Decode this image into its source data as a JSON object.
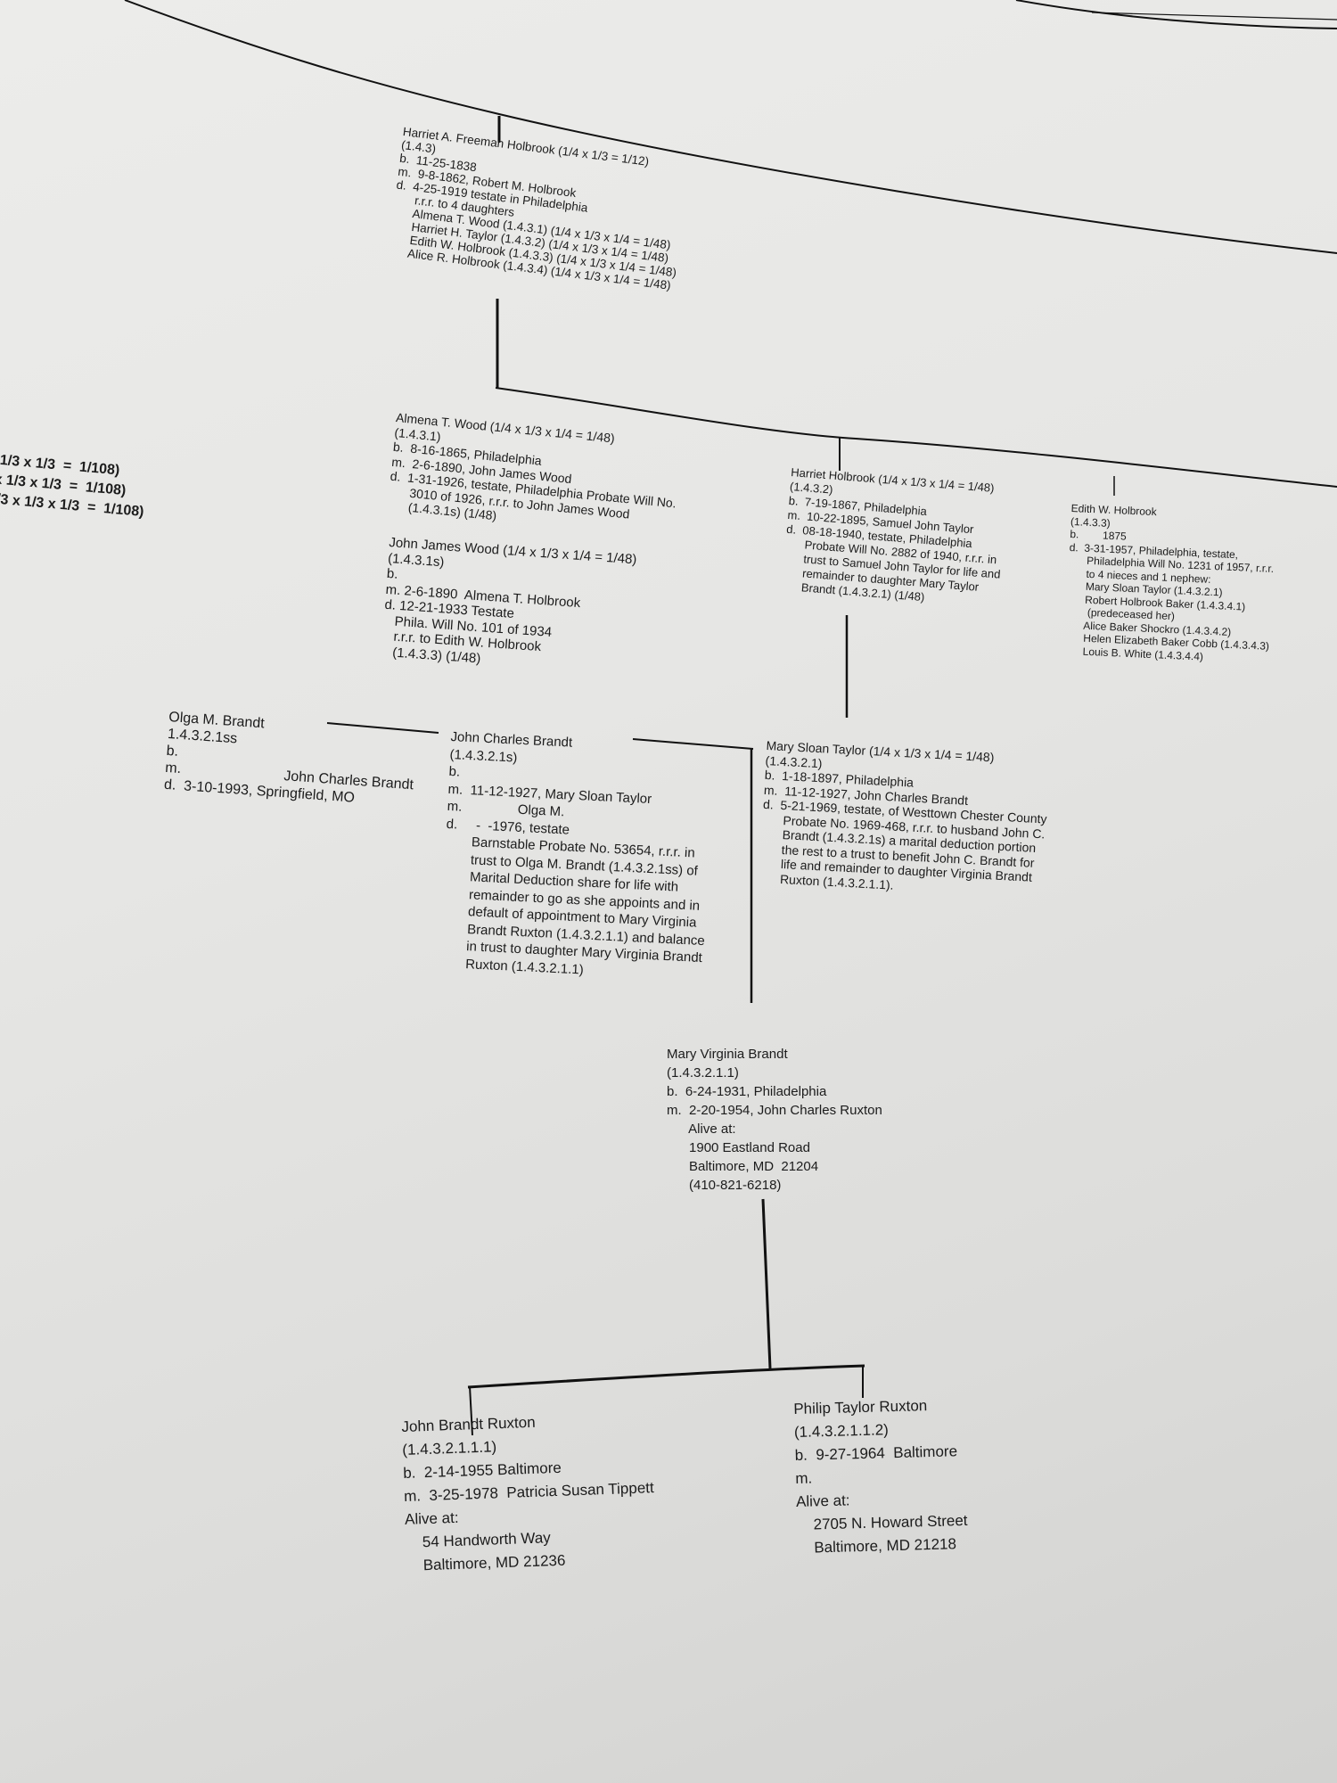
{
  "blocks": {
    "freeman": [
      "Harriet A. Freeman Holbrook (1/4 x 1/3 = 1/12)",
      "(1.4.3)",
      "b.  11-25-1838",
      "m.  9-8-1862, Robert M. Holbrook",
      "d.  4-25-1919 testate in Philadelphia",
      "      r.r.r. to 4 daughters",
      "      Almena T. Wood (1.4.3.1) (1/4 x 1/3 x 1/4 = 1/48)",
      "      Harriet H. Taylor (1.4.3.2) (1/4 x 1/3 x 1/4 = 1/48)",
      "      Edith W. Holbrook (1.4.3.3) (1/4 x 1/3 x 1/4 = 1/48)",
      "      Alice R. Holbrook (1.4.3.4) (1/4 x 1/3 x 1/4 = 1/48)"
    ],
    "almena": [
      "Almena T. Wood (1/4 x 1/3 x 1/4 = 1/48)",
      "(1.4.3.1)",
      "b.  8-16-1865, Philadelphia",
      "m.  2-6-1890, John James Wood",
      "d.  1-31-1926, testate, Philadelphia Probate Will No.",
      "      3010 of 1926, r.r.r. to John James Wood",
      "      (1.4.3.1s) (1/48)"
    ],
    "jjwood": [
      "John James Wood (1/4 x 1/3 x 1/4 = 1/48)",
      "(1.4.3.1s)",
      "b.",
      "m. 2-6-1890  Almena T. Holbrook",
      "d. 12-21-1933 Testate",
      "   Phila. Will No. 101 of 1934",
      "   r.r.r. to Edith W. Holbrook",
      "   (1.4.3.3) (1/48)"
    ],
    "cut": [
      "  1/3 x 1/3  =  1/108)",
      " x 1/3 x 1/3  =  1/108)",
      "1/3 x 1/3 x 1/3  =  1/108)"
    ],
    "hholbrook": [
      "Harriet Holbrook (1/4 x 1/3 x 1/4 = 1/48)",
      "(1.4.3.2)",
      "b.  7-19-1867, Philadelphia",
      "m.  10-22-1895, Samuel John Taylor",
      "d.  08-18-1940, testate, Philadelphia",
      "      Probate Will No. 2882 of 1940, r.r.r. in",
      "      trust to Samuel John Taylor for life and",
      "      remainder to daughter Mary Taylor",
      "      Brandt (1.4.3.2.1) (1/48)"
    ],
    "edith": [
      "Edith W. Holbrook",
      "(1.4.3.3)",
      "b.        1875",
      "d.  3-31-1957, Philadelphia, testate,",
      "      Philadelphia Will No. 1231 of 1957, r.r.r.",
      "      to 4 nieces and 1 nephew:",
      "      Mary Sloan Taylor (1.4.3.2.1)",
      "      Robert Holbrook Baker (1.4.3.4.1)",
      "       (predeceased her)",
      "      Alice Baker Shockro (1.4.3.4.2)",
      "      Helen Elizabeth Baker Cobb (1.4.3.4.3)",
      "      Louis B. White (1.4.3.4.4)"
    ],
    "olga": [
      "Olga M. Brandt",
      "1.4.3.2.1ss",
      "b.",
      "m.                          John Charles Brandt",
      "d.  3-10-1993, Springfield, MO"
    ],
    "jcb": [
      "John Charles Brandt",
      "(1.4.3.2.1s)",
      "b.",
      "m.  11-12-1927, Mary Sloan Taylor",
      "m.               Olga M.",
      "d.     -  -1976, testate",
      "       Barnstable Probate No. 53654, r.r.r. in",
      "       trust to Olga M. Brandt (1.4.3.2.1ss) of",
      "       Marital Deduction share for life with",
      "       remainder to go as she appoints and in",
      "       default of appointment to Mary Virginia",
      "       Brandt Ruxton (1.4.3.2.1.1) and balance",
      "       in trust to daughter Mary Virginia Brandt",
      "       Ruxton (1.4.3.2.1.1)"
    ],
    "mst": [
      "Mary Sloan Taylor (1/4 x 1/3 x 1/4 = 1/48)",
      "(1.4.3.2.1)",
      "b.  1-18-1897, Philadelphia",
      "m.  11-12-1927, John Charles Brandt",
      "d.  5-21-1969, testate, of Westtown Chester County",
      "      Probate No. 1969-468, r.r.r. to husband John C.",
      "      Brandt (1.4.3.2.1s) a marital deduction portion",
      "      the rest to a trust to benefit John C. Brandt for",
      "      life and remainder to daughter Virginia Brandt",
      "      Ruxton (1.4.3.2.1.1)."
    ],
    "mvb": [
      "Mary Virginia Brandt",
      "(1.4.3.2.1.1)",
      "b.  6-24-1931, Philadelphia",
      "m.  2-20-1954, John Charles Ruxton",
      "      Alive at:",
      "      1900 Eastland Road",
      "      Baltimore, MD  21204",
      "      (410-821-6218)"
    ],
    "jbr": [
      "John Brandt Ruxton",
      "(1.4.3.2.1.1.1)",
      "b.  2-14-1955 Baltimore",
      "m.  3-25-1978  Patricia Susan Tippett",
      "Alive at:",
      "    54 Handworth Way",
      "    Baltimore, MD 21236"
    ],
    "ptr": [
      "Philip Taylor Ruxton",
      "(1.4.3.2.1.1.2)",
      "b.  9-27-1964  Baltimore",
      "m.",
      "Alive at:",
      "    2705 N. Howard Street",
      "    Baltimore, MD 21218"
    ]
  }
}
